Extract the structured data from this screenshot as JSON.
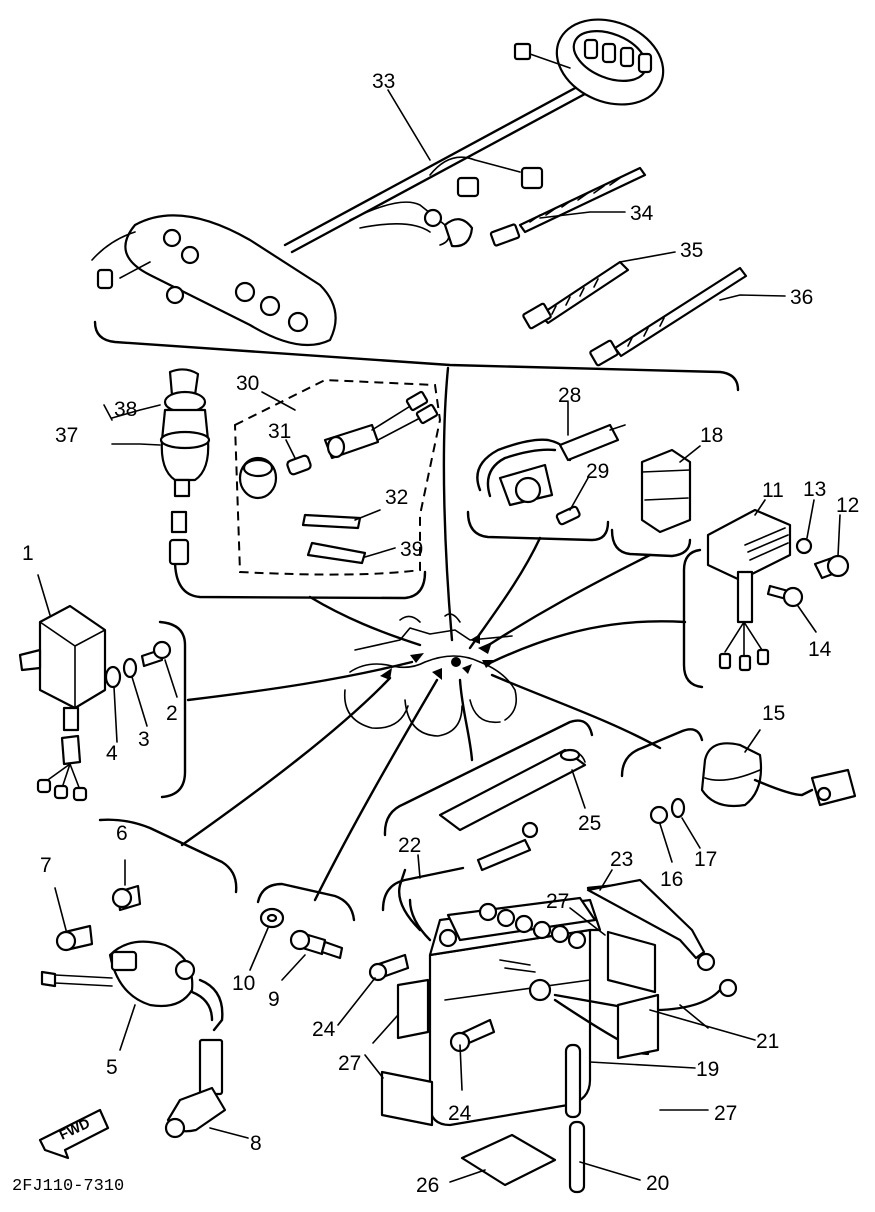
{
  "diagram": {
    "drawing_code": "2FJ110-7310",
    "direction_label": "FWD",
    "callouts": {
      "c1": "1",
      "c2": "2",
      "c3": "3",
      "c4": "4",
      "c5": "5",
      "c6": "6",
      "c7": "7",
      "c8": "8",
      "c9": "9",
      "c10": "10",
      "c11": "11",
      "c12": "12",
      "c13": "13",
      "c14": "14",
      "c15": "15",
      "c16": "16",
      "c17": "17",
      "c18": "18",
      "c19": "19",
      "c20": "20",
      "c21": "21",
      "c22a": "22",
      "c23": "23",
      "c24a": "24",
      "c24b": "24",
      "c25": "25",
      "c26": "26",
      "c27a": "27",
      "c27b": "27",
      "c27c": "27",
      "c28": "28",
      "c29": "29",
      "c30": "30",
      "c31": "31",
      "c32": "32",
      "c33": "33",
      "c34": "34",
      "c35": "35",
      "c36": "36",
      "c37": "37",
      "c38": "38",
      "c39": "39"
    }
  }
}
